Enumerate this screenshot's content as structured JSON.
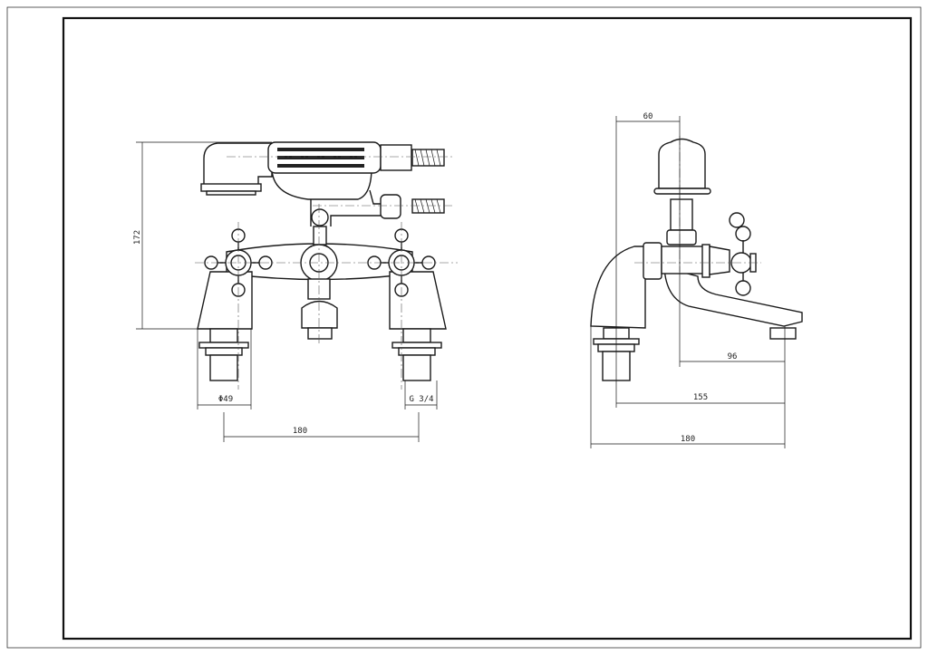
{
  "drawing": {
    "front_view": {
      "dimensions": {
        "height": "172",
        "base_diameter": "Φ49",
        "thread": "G 3/4",
        "centers": "180"
      }
    },
    "side_view": {
      "dimensions": {
        "offset": "60",
        "spout_reach": "96",
        "projection": "155",
        "overall_depth": "180"
      }
    }
  }
}
